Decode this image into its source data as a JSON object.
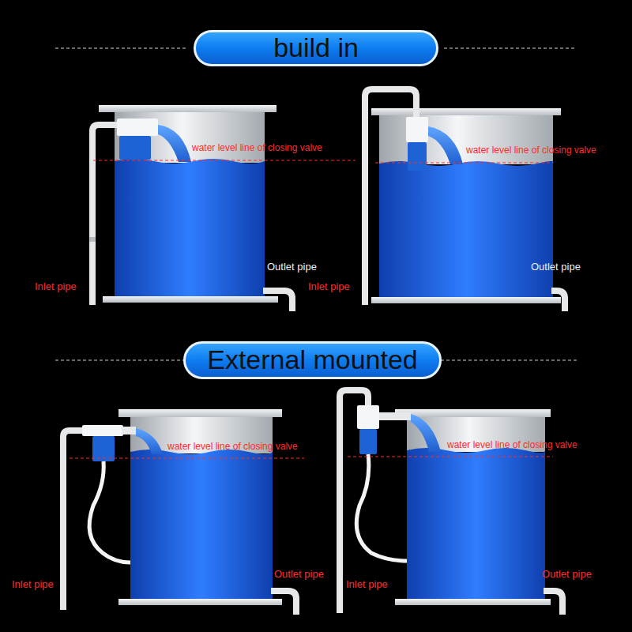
{
  "diagram": {
    "nodes": [
      {
        "text": [
          "build in"
        ]
      },
      {
        "text": [
          "External mounted"
        ]
      }
    ],
    "labels": [
      "water level line of closing valve",
      "Outlet pipe",
      "Inlet pipe",
      "water level line of closing valve",
      "Outlet pipe",
      "Inlet pipe",
      "water level line of closing valve",
      "Outlet pipe",
      "Inlet pipe",
      "water level line of closing valve",
      "Outlet pipe",
      "Inlet pipe"
    ]
  }
}
